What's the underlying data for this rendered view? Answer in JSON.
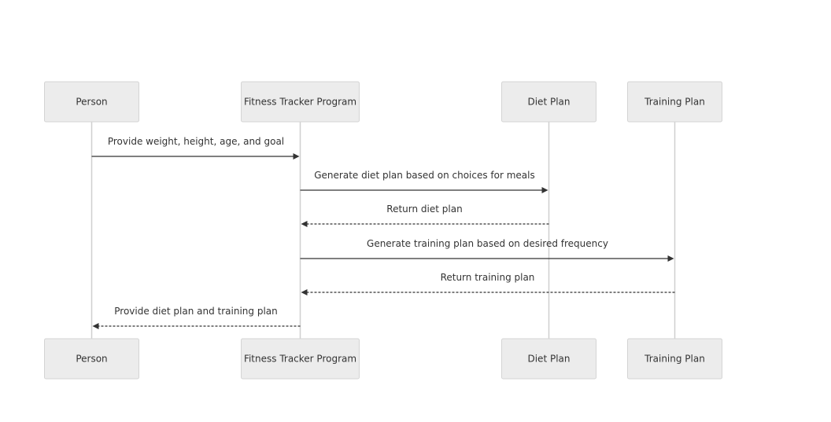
{
  "diagram": {
    "type": "sequence",
    "colors": {
      "actor_fill": "#ececec",
      "actor_border": "#d4d4d4",
      "lifeline": "#cfcfcf",
      "message": "#333333",
      "text": "#333333"
    },
    "participants": [
      {
        "id": "person",
        "label": "Person"
      },
      {
        "id": "fitness",
        "label": "Fitness Tracker Program"
      },
      {
        "id": "diet",
        "label": "Diet Plan"
      },
      {
        "id": "training",
        "label": "Training Plan"
      }
    ],
    "messages": [
      {
        "from": "person",
        "to": "fitness",
        "label": "Provide weight, height, age, and goal",
        "style": "solid"
      },
      {
        "from": "fitness",
        "to": "diet",
        "label": "Generate diet plan based on choices for meals",
        "style": "solid"
      },
      {
        "from": "diet",
        "to": "fitness",
        "label": "Return diet plan",
        "style": "dashed"
      },
      {
        "from": "fitness",
        "to": "training",
        "label": "Generate training plan based on desired frequency",
        "style": "solid"
      },
      {
        "from": "training",
        "to": "fitness",
        "label": "Return training plan",
        "style": "dashed"
      },
      {
        "from": "fitness",
        "to": "person",
        "label": "Provide diet plan and training plan",
        "style": "dashed"
      }
    ]
  }
}
